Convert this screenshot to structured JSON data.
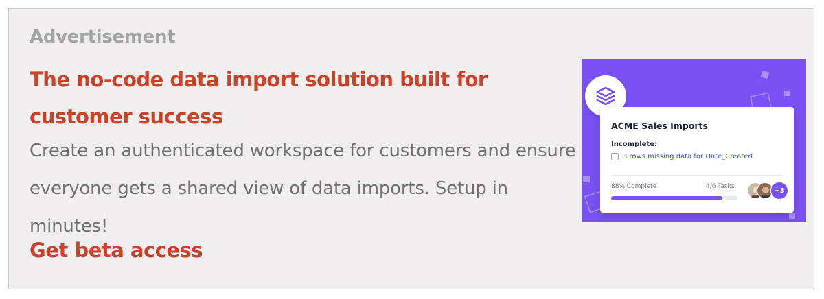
{
  "ad": {
    "label": "Advertisement",
    "headline": "The no-code data import solution built for customer success",
    "body": "Create an authenticated workspace for customers and ensure everyone gets a shared view of data imports. Setup in minutes!",
    "cta": "Get beta access"
  },
  "promo": {
    "card_title": "ACME Sales Imports",
    "status_label": "Incomplete:",
    "issue_text": "3 rows missing data for Date_Created",
    "progress_label": "88% Complete",
    "progress_value": 0.88,
    "tasks_label": "4/6 Tasks",
    "extra_avatars": "+3",
    "colors": {
      "background": "#7a52f4",
      "link": "#3a56d6",
      "title": "#1b2240"
    }
  },
  "colors": {
    "headline": "#c9432a",
    "body": "#707070",
    "label": "#a3a3a3",
    "panel": "#f0eeee"
  }
}
